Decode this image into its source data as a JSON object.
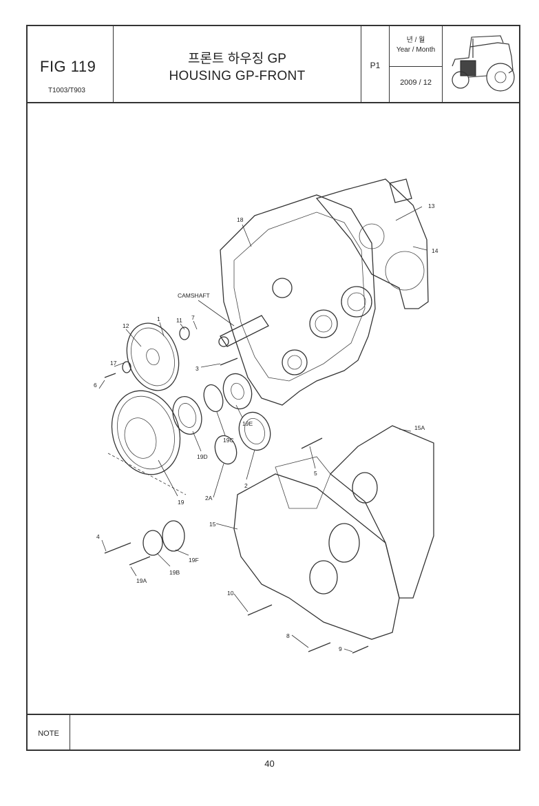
{
  "header": {
    "fig_number": "FIG 119",
    "model": "T1003/T903",
    "title_ko": "프론트 하우징 GP",
    "title_en": "HOUSING GP-FRONT",
    "page": "P1",
    "date_label_ko": "년 / 월",
    "date_label_en": "Year / Month",
    "date_value": "2009 / 12"
  },
  "icons": {
    "tractor": "tractor-icon"
  },
  "callouts": {
    "c13": "13",
    "c14": "14",
    "c18": "18",
    "camshaft": "CAMSHAFT",
    "c12": "12",
    "c1": "1",
    "c11": "11",
    "c7": "7",
    "c3": "3",
    "c17": "17",
    "c6": "6",
    "c19E": "19E",
    "c19C": "19C",
    "c19D": "19D",
    "c19": "19",
    "c2A": "2A",
    "c2": "2",
    "c5": "5",
    "c15A": "15A",
    "c15": "15",
    "c4": "4",
    "c19F": "19F",
    "c19B": "19B",
    "c19A": "19A",
    "c10": "10",
    "c8": "8",
    "c9": "9"
  },
  "note": {
    "label": "NOTE",
    "text": ""
  },
  "footer": {
    "page_number": "40"
  }
}
